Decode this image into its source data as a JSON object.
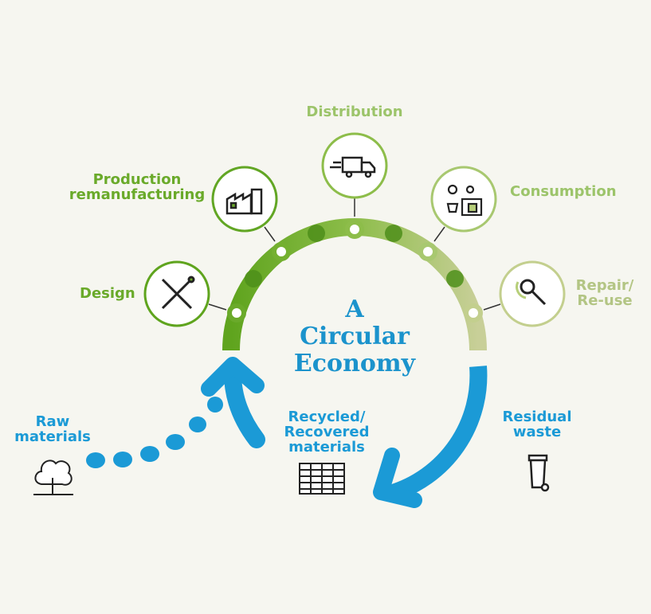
{
  "title": {
    "line1": "A",
    "line2": "Circular",
    "line3": "Economy"
  },
  "stages": {
    "design": "Design",
    "production_1": "Production",
    "production_2": "remanufacturing",
    "distribution": "Distribution",
    "consumption": "Consumption",
    "repair_1": "Repair/",
    "repair_2": "Re-use"
  },
  "inputs": {
    "raw_1": "Raw",
    "raw_2": "materials",
    "recycled_1": "Recycled/",
    "recycled_2": "Recovered",
    "recycled_3": "materials",
    "residual_1": "Residual",
    "residual_2": "waste"
  },
  "colors": {
    "green_dark": "#5a9e1e",
    "green_light": "#c3cf8e",
    "blue": "#1b9ad6",
    "background": "#f6f6f0"
  }
}
